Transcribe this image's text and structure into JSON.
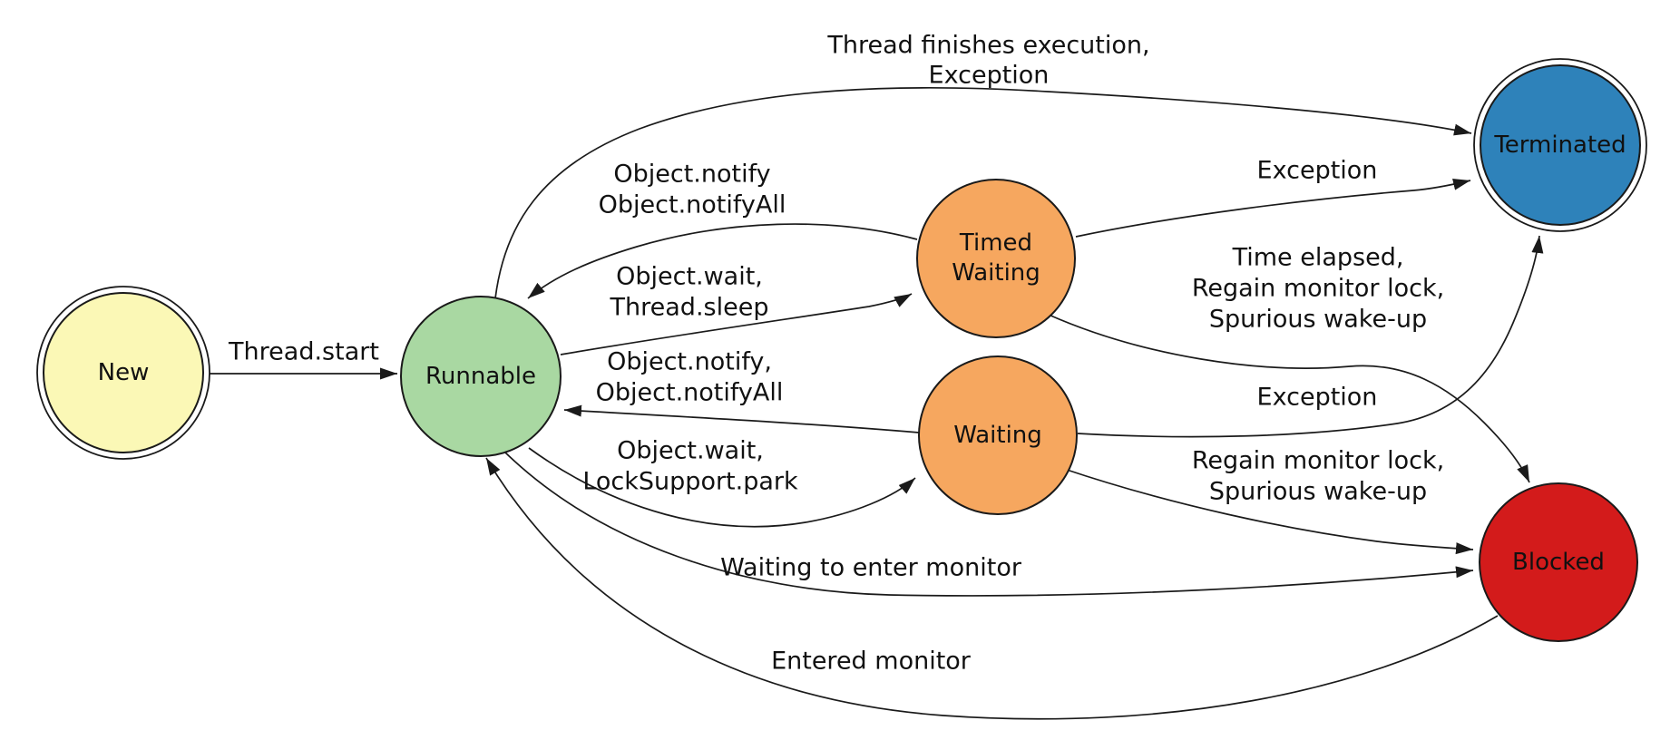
{
  "diagram_type": "java-thread-state-diagram",
  "nodes": {
    "new": {
      "label": "New",
      "color": "#fbf8b6",
      "shape": "double-circle"
    },
    "runnable": {
      "label": "Runnable",
      "color": "#a9d8a2",
      "shape": "circle"
    },
    "timed_waiting": {
      "label_line1": "Timed",
      "label_line2": "Waiting",
      "color": "#f6a75f",
      "shape": "circle"
    },
    "waiting": {
      "label": "Waiting",
      "color": "#f6a75f",
      "shape": "circle"
    },
    "terminated": {
      "label": "Terminated",
      "color": "#2e82ba",
      "shape": "double-circle"
    },
    "blocked": {
      "label": "Blocked",
      "color": "#d31b1b",
      "shape": "circle"
    }
  },
  "edges": {
    "new_runnable": {
      "from": "New",
      "to": "Runnable",
      "label": "Thread.start"
    },
    "runnable_terminated": {
      "from": "Runnable",
      "to": "Terminated",
      "line1": "Thread finishes execution,",
      "line2": "Exception"
    },
    "timed_waiting_runnable": {
      "from": "Timed Waiting",
      "to": "Runnable",
      "line1": "Object.notify",
      "line2": "Object.notifyAll"
    },
    "runnable_timed_waiting": {
      "from": "Runnable",
      "to": "Timed Waiting",
      "line1": "Object.wait,",
      "line2": "Thread.sleep"
    },
    "timed_waiting_terminated": {
      "from": "Timed Waiting",
      "to": "Terminated",
      "label": "Exception"
    },
    "timed_waiting_blocked": {
      "from": "Timed Waiting",
      "to": "Blocked",
      "line1": "Time elapsed,",
      "line2": "Regain monitor lock,",
      "line3": "Spurious wake-up"
    },
    "waiting_runnable": {
      "from": "Waiting",
      "to": "Runnable",
      "line1": "Object.notify,",
      "line2": "Object.notifyAll"
    },
    "runnable_waiting": {
      "from": "Runnable",
      "to": "Waiting",
      "line1": "Object.wait,",
      "line2": "LockSupport.park"
    },
    "waiting_terminated": {
      "from": "Waiting",
      "to": "Terminated",
      "label": "Exception"
    },
    "waiting_blocked": {
      "from": "Waiting",
      "to": "Blocked",
      "line1": "Regain monitor lock,",
      "line2": "Spurious wake-up"
    },
    "runnable_blocked": {
      "from": "Runnable",
      "to": "Blocked",
      "label": "Waiting to enter monitor"
    },
    "blocked_runnable": {
      "from": "Blocked",
      "to": "Runnable",
      "label": "Entered monitor"
    }
  }
}
